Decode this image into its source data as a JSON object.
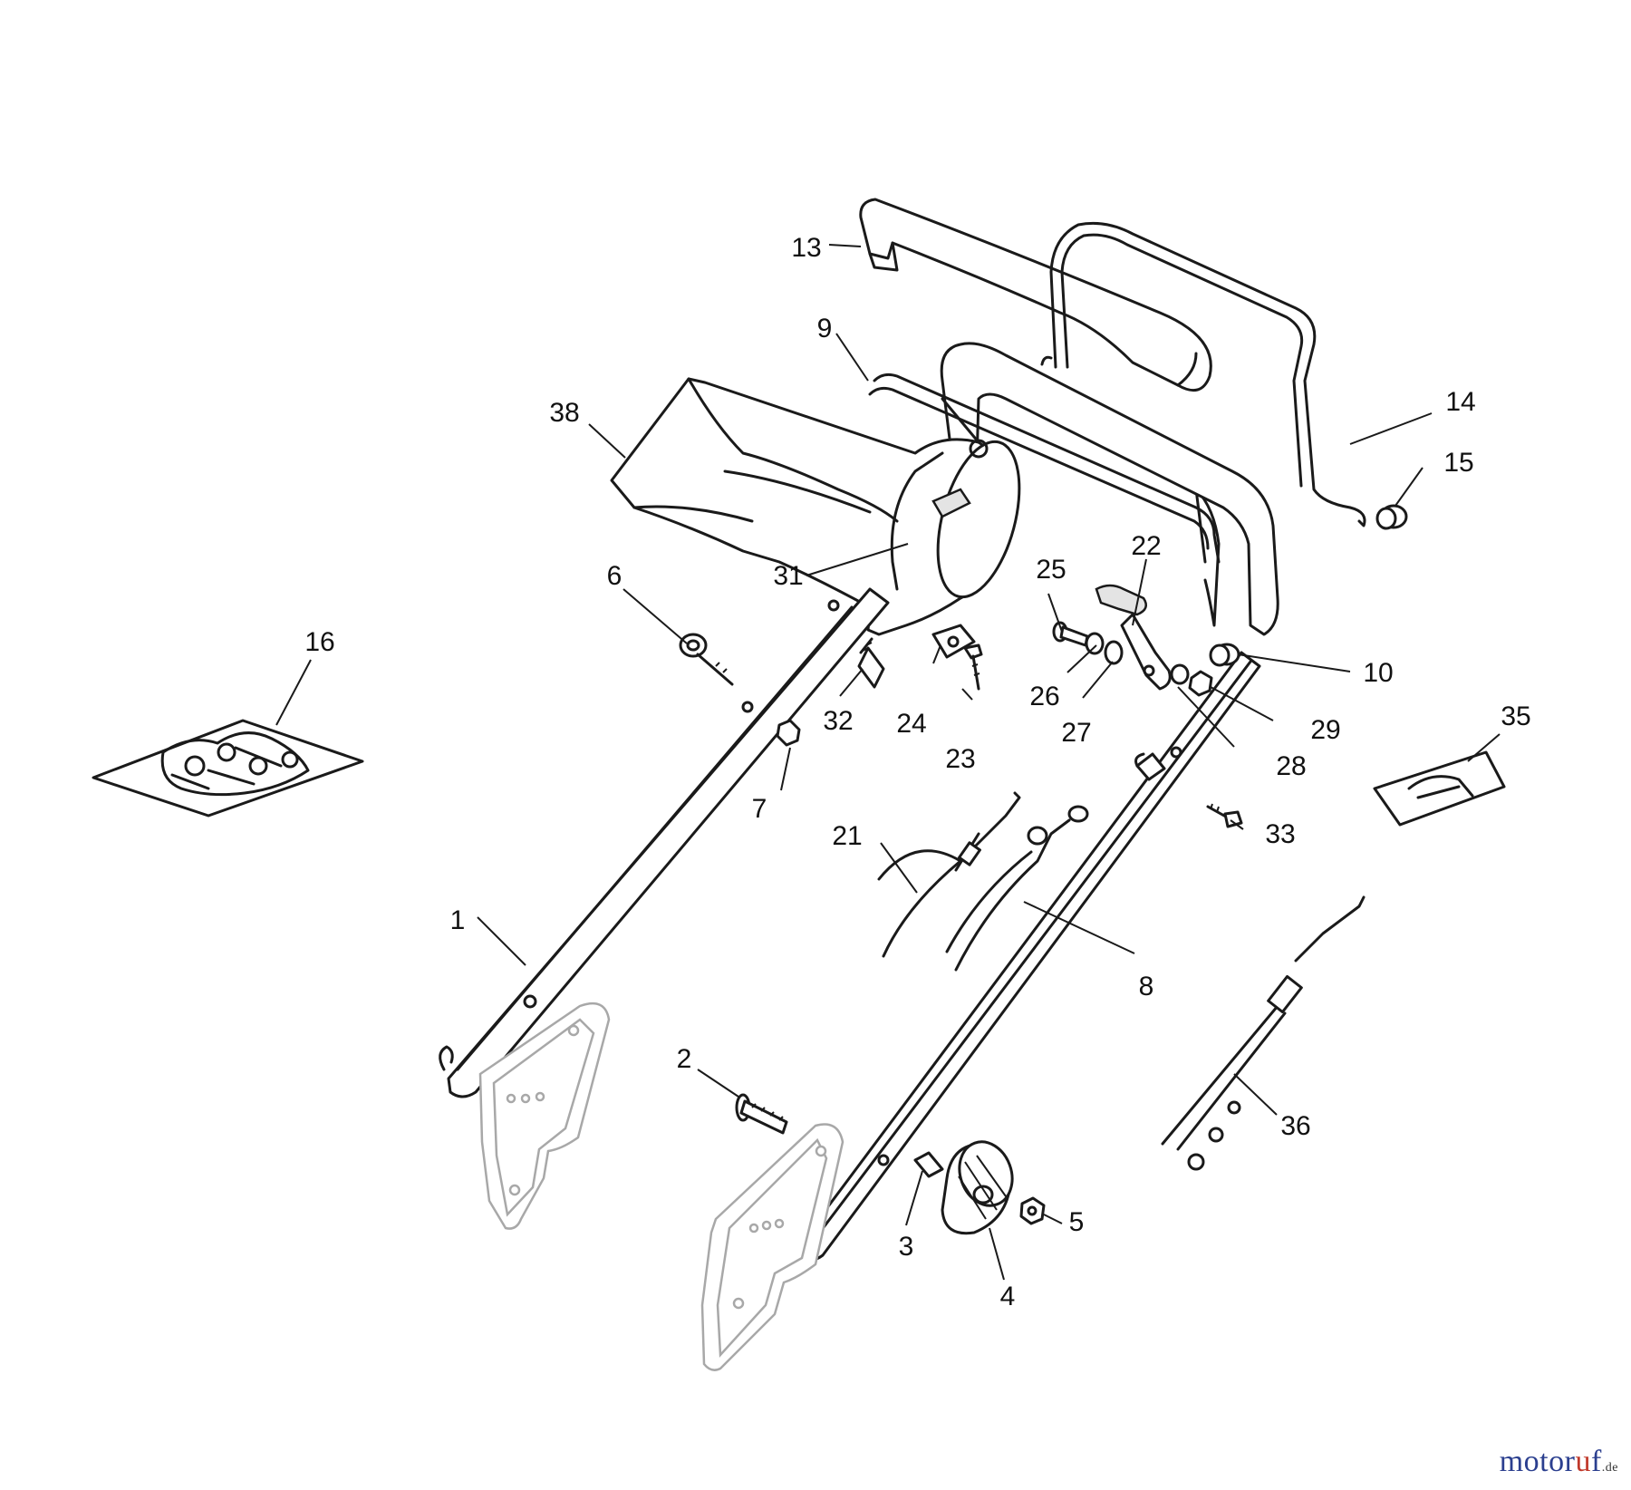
{
  "diagram": {
    "callouts": [
      "1",
      "2",
      "3",
      "4",
      "5",
      "6",
      "7",
      "8",
      "9",
      "10",
      "13",
      "14",
      "15",
      "16",
      "21",
      "22",
      "23",
      "24",
      "25",
      "26",
      "27",
      "28",
      "29",
      "31",
      "32",
      "33",
      "35",
      "36",
      "38"
    ]
  },
  "watermark": {
    "main": "motoruf",
    "tld": ".de",
    "colors": [
      "#c0392b",
      "#2b3f8f",
      "#e6a800",
      "#2e8b3a"
    ]
  }
}
